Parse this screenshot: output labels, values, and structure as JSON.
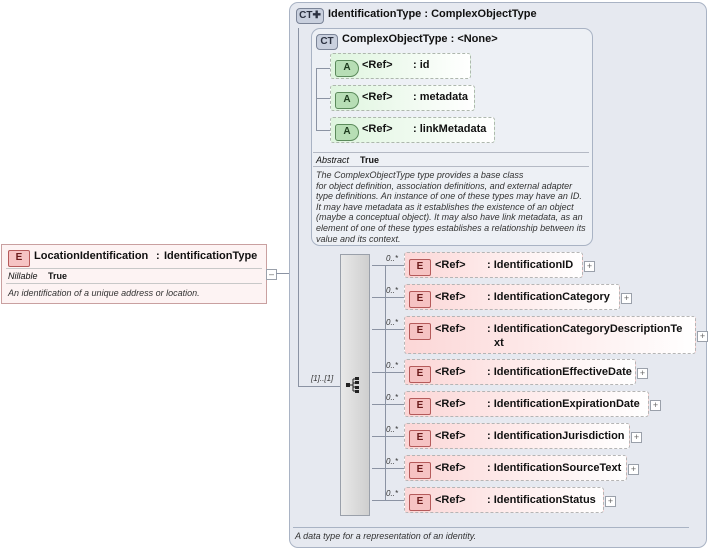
{
  "location_element": {
    "badge": "E",
    "name": "LocationIdentification",
    "sep": ":",
    "type": "IdentificationType",
    "prop_label": "Nillable",
    "prop_value": "True",
    "doc": "An identification of a unique address or location.",
    "collapse": "–"
  },
  "identification_type": {
    "badge": "CT",
    "title": "IdentificationType : ComplexObjectType",
    "doc": "A data type for a representation of an identity.",
    "sequence_occurrence": "[1]..[1]"
  },
  "complex_object_type": {
    "badge": "CT",
    "title": "ComplexObjectType : <None>",
    "attributes": [
      {
        "badge": "A",
        "ref": "<Ref>",
        "name": ": id"
      },
      {
        "badge": "A",
        "ref": "<Ref>",
        "name": ": metadata"
      },
      {
        "badge": "A",
        "ref": "<Ref>",
        "name": ": linkMetadata"
      }
    ],
    "abstract_label": "Abstract",
    "abstract_value": "True",
    "doc_lines": [
      "The ComplexObjectType type provides a base class",
      "for object definition, association definitions, and external adapter",
      "type definitions. An instance of one of these types may have an ID.",
      "It may have metadata as it establishes the existence of an object",
      "(maybe a conceptual object). It may also have link metadata, as an",
      "element of one of these types establishes a relationship between its",
      "value and its context."
    ]
  },
  "sequence_elements": [
    {
      "badge": "E",
      "ref": "<Ref>",
      "name": ": IdentificationID",
      "occurrence": "0..*",
      "expand": "+"
    },
    {
      "badge": "E",
      "ref": "<Ref>",
      "name": ": IdentificationCategory",
      "occurrence": "0..*",
      "expand": "+"
    },
    {
      "badge": "E",
      "ref": "<Ref>",
      "name": ": IdentificationCategoryDescriptionTe",
      "name2": "xt",
      "occurrence": "0..*",
      "expand": "+"
    },
    {
      "badge": "E",
      "ref": "<Ref>",
      "name": ": IdentificationEffectiveDate",
      "occurrence": "0..*",
      "expand": "+"
    },
    {
      "badge": "E",
      "ref": "<Ref>",
      "name": ": IdentificationExpirationDate",
      "occurrence": "0..*",
      "expand": "+"
    },
    {
      "badge": "E",
      "ref": "<Ref>",
      "name": ": IdentificationJurisdiction",
      "occurrence": "0..*",
      "expand": "+"
    },
    {
      "badge": "E",
      "ref": "<Ref>",
      "name": ": IdentificationSourceText",
      "occurrence": "0..*",
      "expand": "+"
    },
    {
      "badge": "E",
      "ref": "<Ref>",
      "name": ": IdentificationStatus",
      "occurrence": "0..*",
      "expand": "+"
    }
  ],
  "colors": {
    "element_fill": "#fcd7d7",
    "attribute_fill": "#dff5df",
    "complex_type_fill": "#e6e9f0"
  }
}
